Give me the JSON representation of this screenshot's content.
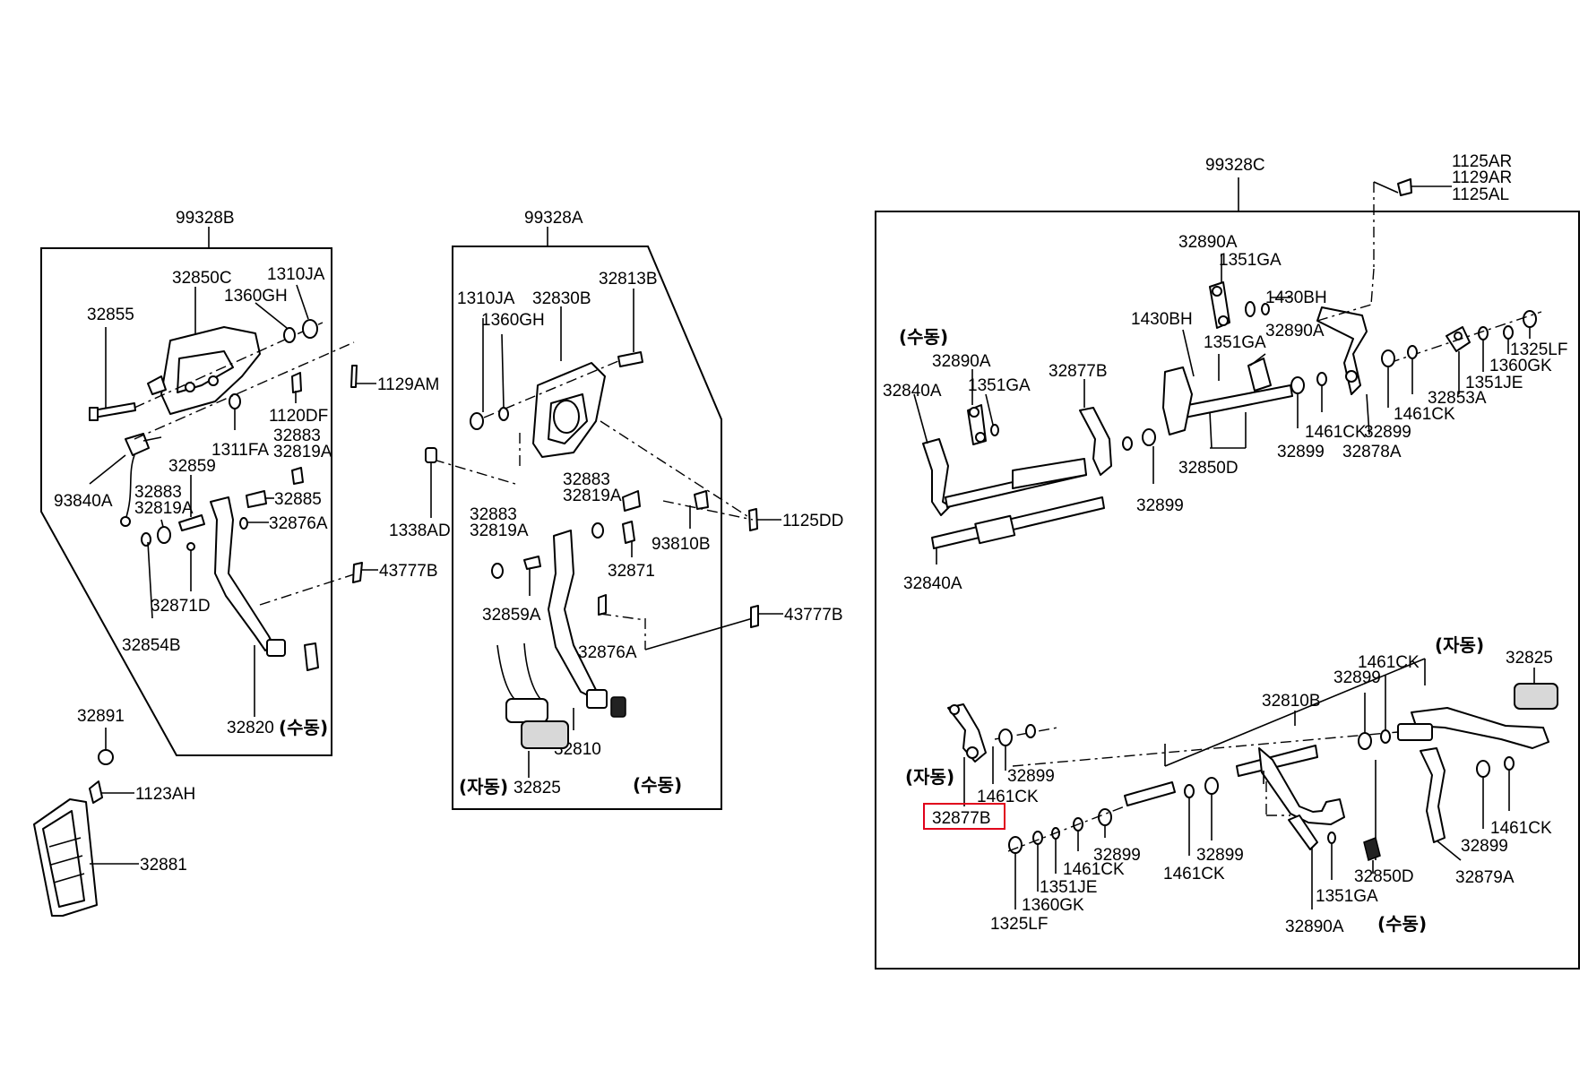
{
  "groups": {
    "b": "99328B",
    "a": "99328A",
    "c": "99328C"
  },
  "mode": {
    "manual": "(수동)",
    "auto": "(자동)"
  },
  "labels": {
    "b_32850C": "32850C",
    "b_1310JA": "1310JA",
    "b_32855": "32855",
    "b_1360GH": "1360GH",
    "b_1129AM": "1129AM",
    "b_1120DF": "1120DF",
    "b_1311FA": "1311FA",
    "b_32883_top": "32883",
    "b_32819A_top": "32819A",
    "b_32859": "32859",
    "b_32883": "32883",
    "b_32819A": "32819A",
    "b_93840A": "93840A",
    "b_32885": "32885",
    "b_32876A": "32876A",
    "b_43777B": "43777B",
    "b_32871D": "32871D",
    "b_32854B": "32854B",
    "b_32820": "32820",
    "p_32891": "32891",
    "p_1123AH": "1123AH",
    "p_32881": "32881",
    "a_32813B": "32813B",
    "a_1310JA": "1310JA",
    "a_32830B": "32830B",
    "a_1360GH": "1360GH",
    "a_1338AD": "1338AD",
    "a_1125DD": "1125DD",
    "a_32883_r": "32883",
    "a_32819A_r": "32819A",
    "a_93810B": "93810B",
    "a_32883_l": "32883",
    "a_32819A_l": "32819A",
    "a_32871": "32871",
    "a_32859A": "32859A",
    "a_43777B": "43777B",
    "a_32876A": "32876A",
    "a_32810": "32810",
    "a_32825": "32825",
    "c_1125AR": "1125AR",
    "c_1129AR": "1129AR",
    "c_1125AL": "1125AL",
    "c_32890A_top": "32890A",
    "c_1351GA_top": "1351GA",
    "c_1430BH_r": "1430BH",
    "c_1430BH_l": "1430BH",
    "c_1351GA_mid": "1351GA",
    "c_32890A_mid": "32890A",
    "c_32890A_left": "32890A",
    "c_1351GA_left": "1351GA",
    "c_32877B_top": "32877B",
    "c_32840A_top": "32840A",
    "c_1325LF_top": "1325LF",
    "c_1360GK_top": "1360GK",
    "c_1351JE_top": "1351JE",
    "c_32853A": "32853A",
    "c_1461CK_t1": "1461CK",
    "c_1461CK_t2": "1461CK",
    "c_32899_t1": "32899",
    "c_32899_t2": "32899",
    "c_32899_t3": "32899",
    "c_32878A": "32878A",
    "c_32850D_top": "32850D",
    "c_32840A_bot": "32840A",
    "c_32825": "32825",
    "c_1461CK_b1": "1461CK",
    "c_32899_b1": "32899",
    "c_32810B": "32810B",
    "c_32899_b2": "32899",
    "c_1461CK_b2": "1461CK",
    "c_32877B_bot": "32877B",
    "c_32899_b3": "32899",
    "c_1461CK_b3": "1461CK",
    "c_32899_b4": "32899",
    "c_1461CK_b4": "1461CK",
    "c_32899_b5": "32899",
    "c_1461CK_b5": "1461CK",
    "c_1351JE_bot": "1351JE",
    "c_1360GK_bot": "1360GK",
    "c_1325LF_bot": "1325LF",
    "c_32890A_bot": "32890A",
    "c_1351GA_bot": "1351GA",
    "c_32850D_bot": "32850D",
    "c_32879A": "32879A"
  },
  "highlight": {
    "part": "32877B",
    "color": "#e0001b"
  }
}
